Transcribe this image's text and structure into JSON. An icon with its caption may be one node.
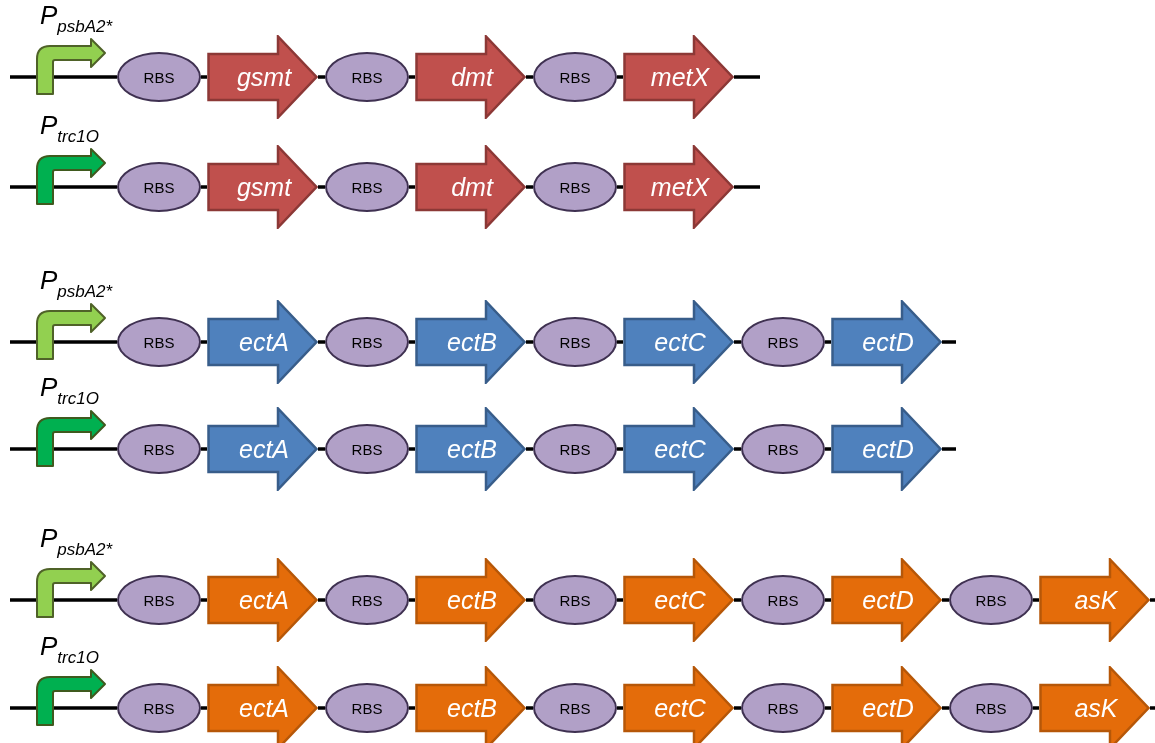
{
  "diagram": {
    "nodes": [
      {
        "text": [
          "P$_{psbA2*}$"
        ]
      },
      {
        "text": [
          "RBS"
        ]
      },
      {
        "text": [
          "gsmt"
        ]
      },
      {
        "text": [
          "RBS"
        ]
      },
      {
        "text": [
          "dmt"
        ]
      },
      {
        "text": [
          "RBS"
        ]
      },
      {
        "text": [
          "metX"
        ]
      },
      {
        "text": [
          "P$_{trc1O}$"
        ]
      },
      {
        "text": [
          "RBS"
        ]
      },
      {
        "text": [
          "gsmt"
        ]
      },
      {
        "text": [
          "RBS"
        ]
      },
      {
        "text": [
          "dmt"
        ]
      },
      {
        "text": [
          "RBS"
        ]
      },
      {
        "text": [
          "metX"
        ]
      },
      {
        "text": [
          "P$_{psbA2*}$"
        ]
      },
      {
        "text": [
          "RBS"
        ]
      },
      {
        "text": [
          "ectA"
        ]
      },
      {
        "text": [
          "RBS"
        ]
      },
      {
        "text": [
          "ectB"
        ]
      },
      {
        "text": [
          "RBS"
        ]
      },
      {
        "text": [
          "ectC"
        ]
      },
      {
        "text": [
          "RBS"
        ]
      },
      {
        "text": [
          "ectD"
        ]
      },
      {
        "text": [
          "P$_{trc1O}$"
        ]
      },
      {
        "text": [
          "RBS"
        ]
      },
      {
        "text": [
          "ectA"
        ]
      },
      {
        "text": [
          "RBS"
        ]
      },
      {
        "text": [
          "ectB"
        ]
      },
      {
        "text": [
          "RBS"
        ]
      },
      {
        "text": [
          "ectC"
        ]
      },
      {
        "text": [
          "RBS"
        ]
      },
      {
        "text": [
          "ectD"
        ]
      },
      {
        "text": [
          "P$_{psbA2*}$"
        ]
      },
      {
        "text": [
          "RBS"
        ]
      },
      {
        "text": [
          "ectA"
        ]
      },
      {
        "text": [
          "RBS"
        ]
      },
      {
        "text": [
          "ectB"
        ]
      },
      {
        "text": [
          "RBS"
        ]
      },
      {
        "text": [
          "ectC"
        ]
      },
      {
        "text": [
          "RBS"
        ]
      },
      {
        "text": [
          "ectD"
        ]
      },
      {
        "text": [
          "RBS"
        ]
      },
      {
        "text": [
          "asK"
        ]
      },
      {
        "text": [
          "P$_{trc1O}$"
        ]
      },
      {
        "text": [
          "RBS"
        ]
      },
      {
        "text": [
          "ectA"
        ]
      },
      {
        "text": [
          "RBS"
        ]
      },
      {
        "text": [
          "ectB"
        ]
      },
      {
        "text": [
          "RBS"
        ]
      },
      {
        "text": [
          "ectC"
        ]
      },
      {
        "text": [
          "RBS"
        ]
      },
      {
        "text": [
          "ectD"
        ]
      },
      {
        "text": [
          "RBS"
        ]
      },
      {
        "text": [
          "asK"
        ]
      }
    ],
    "edges": [
      {
        "from": null,
        "to": 0,
        "arrow": "none"
      },
      {
        "from": 0,
        "to": 1,
        "arrow": "none"
      },
      {
        "from": 1,
        "to": 2,
        "arrow": "none"
      },
      {
        "from": 2,
        "to": 3,
        "arrow": "none"
      },
      {
        "from": 3,
        "to": 4,
        "arrow": "none"
      },
      {
        "from": 4,
        "to": 5,
        "arrow": "none"
      },
      {
        "from": 5,
        "to": 6,
        "arrow": "none"
      },
      {
        "from": 6,
        "to": null,
        "arrow": "none"
      },
      {
        "from": null,
        "to": 7,
        "arrow": "none"
      },
      {
        "from": 7,
        "to": 8,
        "arrow": "none"
      },
      {
        "from": 8,
        "to": 9,
        "arrow": "none"
      },
      {
        "from": 9,
        "to": 10,
        "arrow": "none"
      },
      {
        "from": 10,
        "to": 11,
        "arrow": "none"
      },
      {
        "from": 11,
        "to": 12,
        "arrow": "none"
      },
      {
        "from": 12,
        "to": 13,
        "arrow": "none"
      },
      {
        "from": 13,
        "to": null,
        "arrow": "none"
      },
      {
        "from": null,
        "to": 14,
        "arrow": "none"
      },
      {
        "from": 14,
        "to": 15,
        "arrow": "none"
      },
      {
        "from": 15,
        "to": 16,
        "arrow": "none"
      },
      {
        "from": 16,
        "to": 17,
        "arrow": "none"
      },
      {
        "from": 17,
        "to": 18,
        "arrow": "none"
      },
      {
        "from": 18,
        "to": 19,
        "arrow": "none"
      },
      {
        "from": 19,
        "to": 20,
        "arrow": "none"
      },
      {
        "from": 20,
        "to": 21,
        "arrow": "none"
      },
      {
        "from": 21,
        "to": 22,
        "arrow": "none"
      },
      {
        "from": 22,
        "to": null,
        "arrow": "none"
      },
      {
        "from": null,
        "to": 23,
        "arrow": "none"
      },
      {
        "from": 23,
        "to": 24,
        "arrow": "none"
      },
      {
        "from": 24,
        "to": 25,
        "arrow": "none"
      },
      {
        "from": 25,
        "to": 26,
        "arrow": "none"
      },
      {
        "from": 26,
        "to": 27,
        "arrow": "none"
      },
      {
        "from": 27,
        "to": 28,
        "arrow": "none"
      },
      {
        "from": 28,
        "to": 29,
        "arrow": "none"
      },
      {
        "from": 29,
        "to": 30,
        "arrow": "none"
      },
      {
        "from": 30,
        "to": 31,
        "arrow": "none"
      },
      {
        "from": 31,
        "to": null,
        "arrow": "none"
      },
      {
        "from": null,
        "to": 32,
        "arrow": "none"
      },
      {
        "from": 32,
        "to": 33,
        "arrow": "none"
      },
      {
        "from": 33,
        "to": 34,
        "arrow": "none"
      },
      {
        "from": 34,
        "to": 35,
        "arrow": "none"
      },
      {
        "from": 35,
        "to": 36,
        "arrow": "none"
      },
      {
        "from": 36,
        "to": 37,
        "arrow": "none"
      },
      {
        "from": 37,
        "to": 38,
        "arrow": "none"
      },
      {
        "from": 38,
        "to": 39,
        "arrow": "none"
      },
      {
        "from": 39,
        "to": 40,
        "arrow": "none"
      },
      {
        "from": 40,
        "to": 41,
        "arrow": "none"
      },
      {
        "from": 41,
        "to": 42,
        "arrow": "none"
      },
      {
        "from": 42,
        "to": null,
        "arrow": "none"
      },
      {
        "from": null,
        "to": 43,
        "arrow": "none"
      },
      {
        "from": 43,
        "to": 44,
        "arrow": "none"
      },
      {
        "from": 44,
        "to": 45,
        "arrow": "none"
      },
      {
        "from": 45,
        "to": 46,
        "arrow": "none"
      },
      {
        "from": 46,
        "to": 47,
        "arrow": "none"
      },
      {
        "from": 47,
        "to": 48,
        "arrow": "none"
      },
      {
        "from": 48,
        "to": 49,
        "arrow": "none"
      },
      {
        "from": 49,
        "to": 50,
        "arrow": "none"
      },
      {
        "from": 50,
        "to": 51,
        "arrow": "none"
      },
      {
        "from": 51,
        "to": 52,
        "arrow": "none"
      },
      {
        "from": 52,
        "to": 53,
        "arrow": "none"
      },
      {
        "from": 53,
        "to": null,
        "arrow": "none"
      }
    ]
  }
}
